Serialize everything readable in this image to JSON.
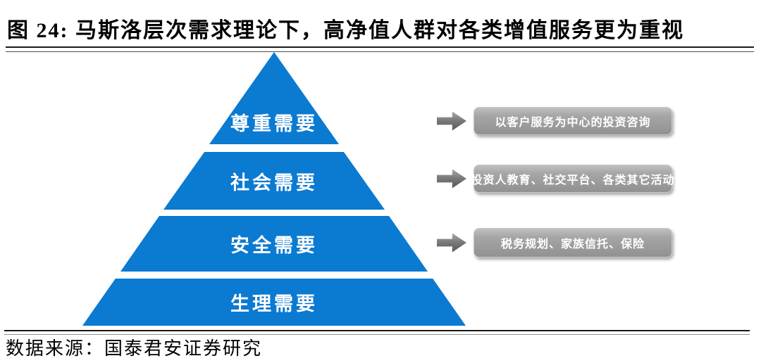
{
  "figure": {
    "title": "图 24: 马斯洛层次需求理论下，高净值人群对各类增值服务更为重视",
    "source": "数据来源：国泰君安证券研究"
  },
  "pyramid": {
    "levels": [
      {
        "label": "尊重需要"
      },
      {
        "label": "社会需要"
      },
      {
        "label": "安全需要"
      },
      {
        "label": "生理需要"
      }
    ]
  },
  "services": [
    {
      "label": "以客户服务为中心的投资咨询"
    },
    {
      "label": "投资人教育、社交平台、各类其它活动"
    },
    {
      "label": "税务规划、家族信托、保险"
    }
  ],
  "colors": {
    "pyramid_blue": "#0b7ad1",
    "box_gray": "#9a9a9a",
    "arrow_gray": "#6e6e6e",
    "label_white": "#ffffff",
    "title_black": "#000000"
  }
}
